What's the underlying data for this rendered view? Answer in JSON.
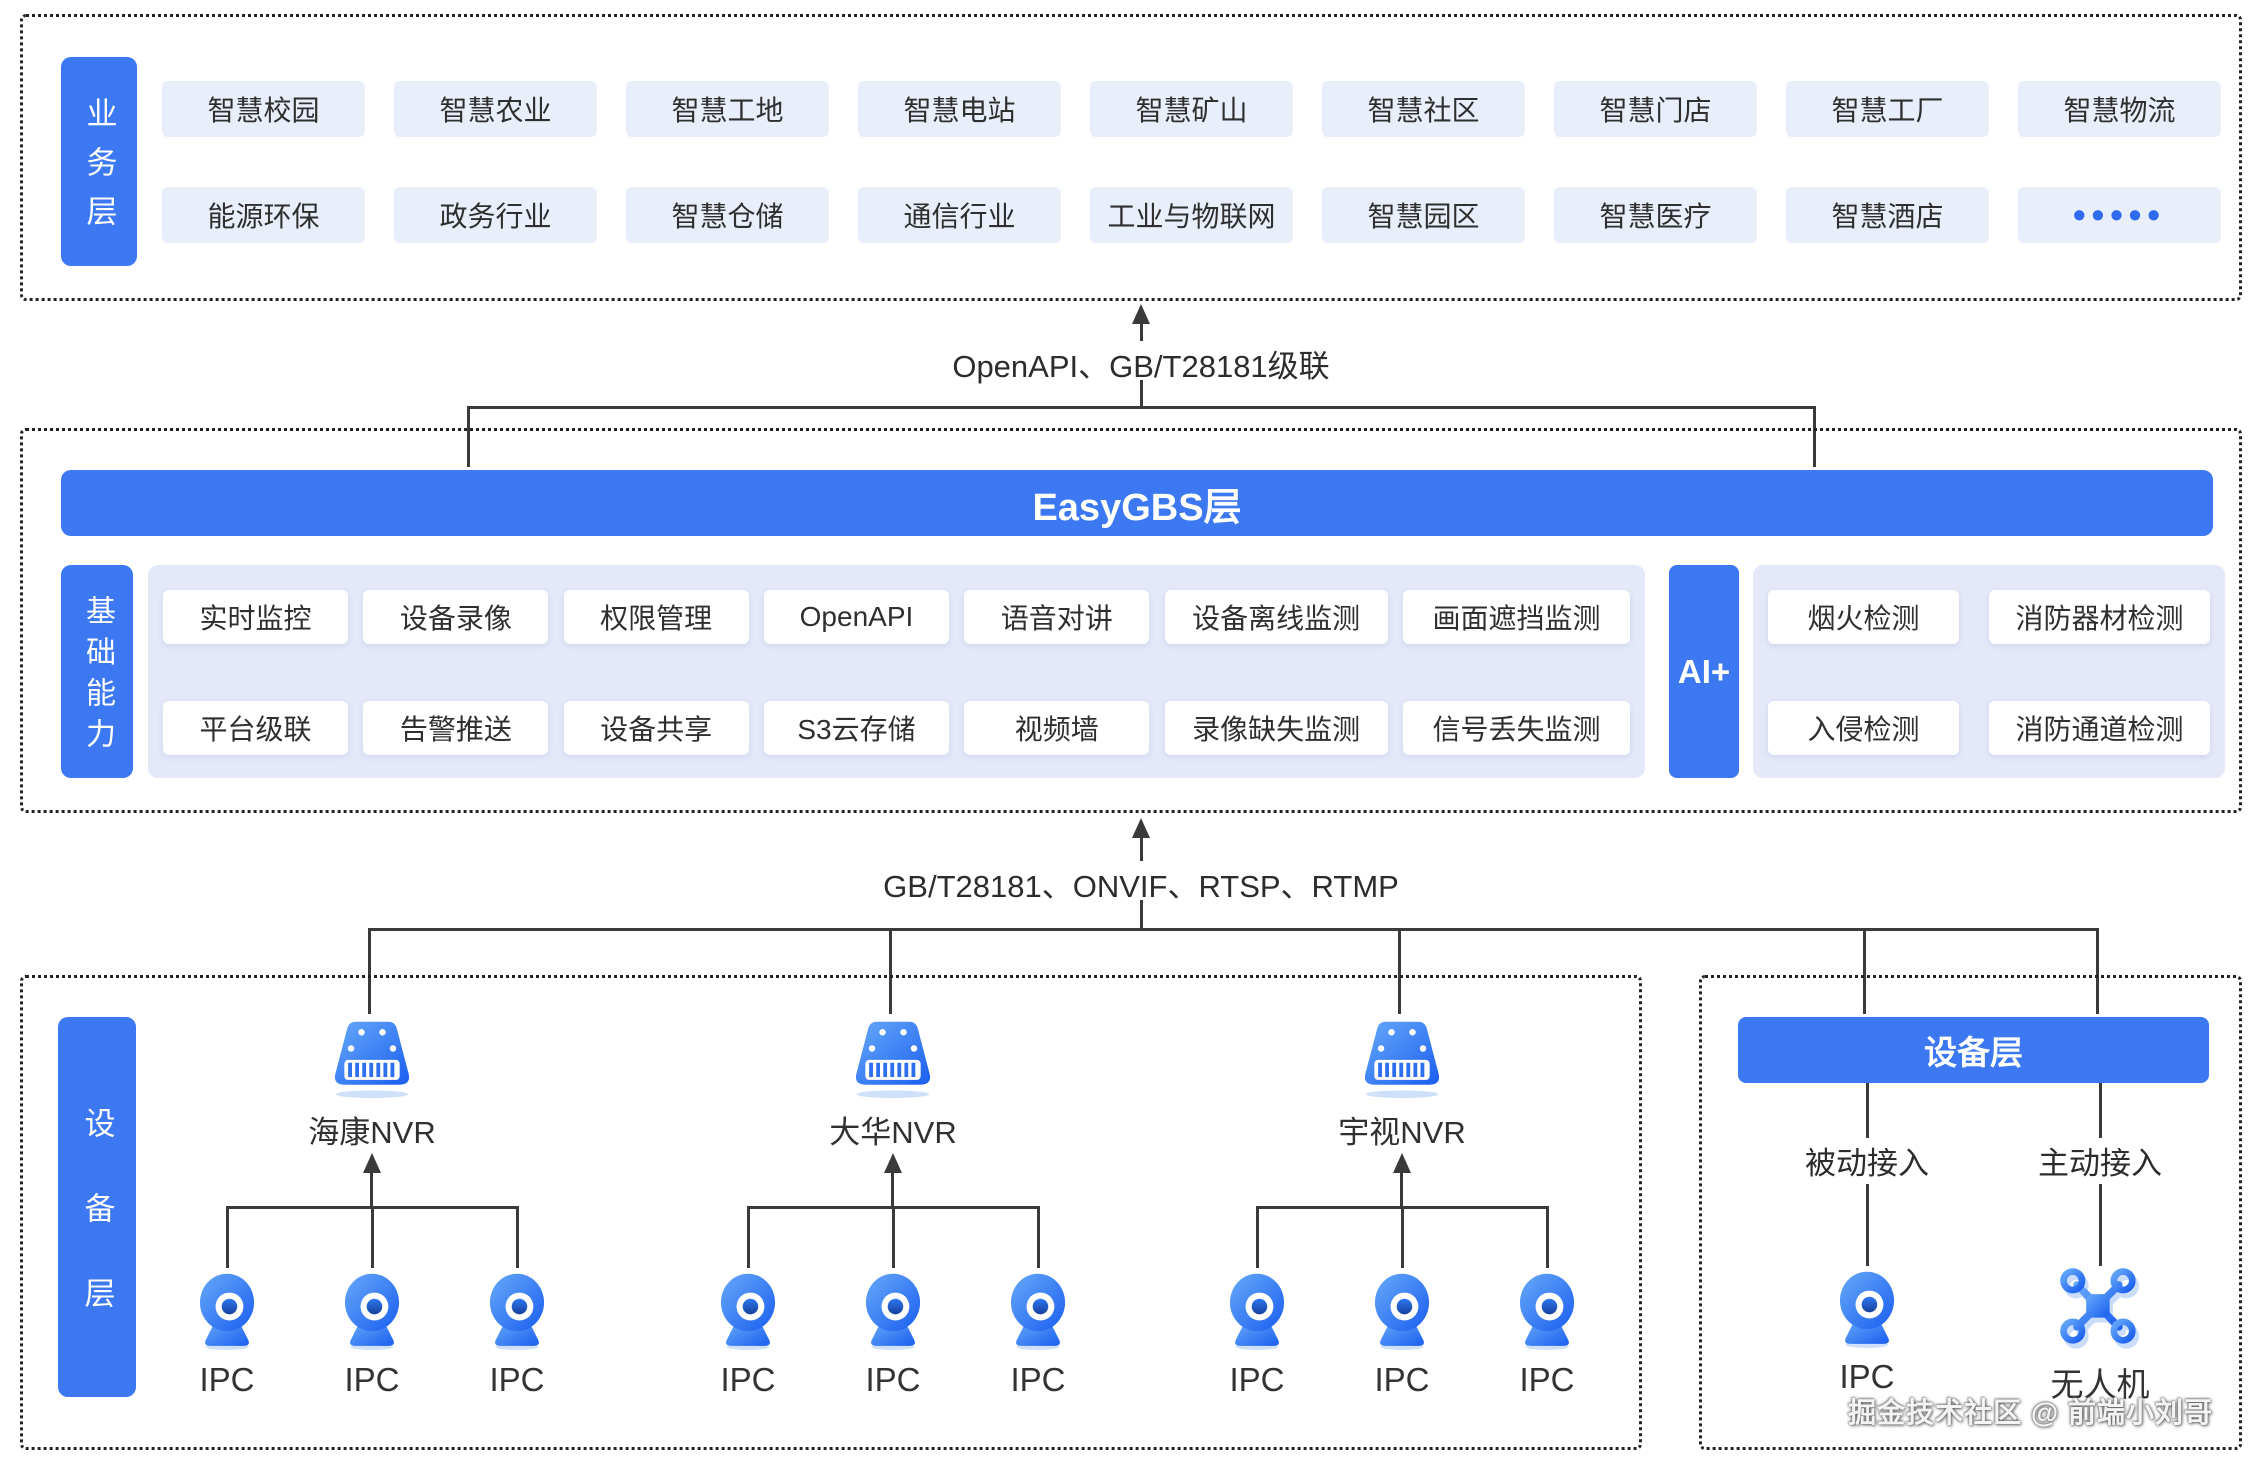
{
  "business": {
    "label": "业务层",
    "row1": [
      "智慧校园",
      "智慧农业",
      "智慧工地",
      "智慧电站",
      "智慧矿山",
      "智慧社区",
      "智慧门店",
      "智慧工厂",
      "智慧物流"
    ],
    "row2": [
      "能源环保",
      "政务行业",
      "智慧仓储",
      "通信行业",
      "工业与物联网",
      "智慧园区",
      "智慧医疗",
      "智慧酒店",
      "•••••"
    ]
  },
  "connectors": {
    "top_label": "OpenAPI、GB/T28181级联",
    "bottom_label": "GB/T28181、ONVIF、RTSP、RTMP"
  },
  "easygbs": {
    "title": "EasyGBS层",
    "capability_label": "基础能力",
    "capabilities_row1": [
      "实时监控",
      "设备录像",
      "权限管理",
      "OpenAPI",
      "语音对讲",
      "设备离线监测",
      "画面遮挡监测"
    ],
    "capabilities_row2": [
      "平台级联",
      "告警推送",
      "设备共享",
      "S3云存储",
      "视频墙",
      "录像缺失监测",
      "信号丢失监测"
    ],
    "ai_label": "AI+",
    "ai_row1": [
      "烟火检测",
      "消防器材检测"
    ],
    "ai_row2": [
      "入侵检测",
      "消防通道检测"
    ]
  },
  "devices": {
    "label": "设备层",
    "nvr_groups": [
      {
        "name": "海康NVR",
        "ipcs": [
          "IPC",
          "IPC",
          "IPC"
        ]
      },
      {
        "name": "大华NVR",
        "ipcs": [
          "IPC",
          "IPC",
          "IPC"
        ]
      },
      {
        "name": "宇视NVR",
        "ipcs": [
          "IPC",
          "IPC",
          "IPC"
        ]
      }
    ]
  },
  "access": {
    "header": "设备层",
    "passive_label": "被动接入",
    "active_label": "主动接入",
    "passive_device": "IPC",
    "active_device": "无人机"
  },
  "watermark": "掘金技术社区 @ 前端小刘哥",
  "colors": {
    "primary": "#3b78f2",
    "light_box": "#e9eefb",
    "panel": "#e4e8f8",
    "text": "#303030",
    "line": "#3a3a3a"
  }
}
